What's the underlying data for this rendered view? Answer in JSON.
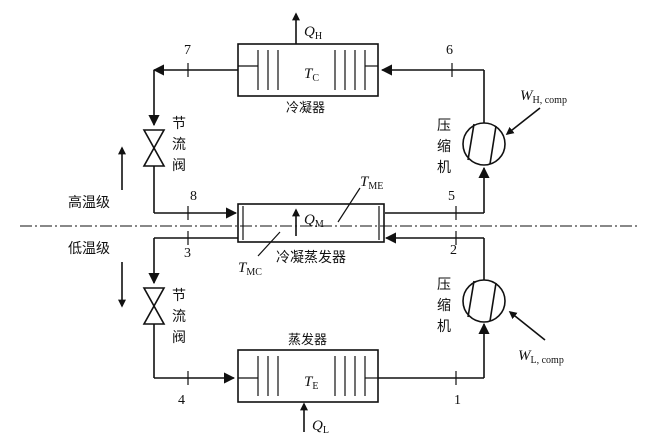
{
  "labels": {
    "QH": {
      "main": "Q",
      "sub": "H"
    },
    "TC": {
      "main": "T",
      "sub": "C"
    },
    "condenser": "冷凝器",
    "WH": {
      "main": "W",
      "sub": "H, comp"
    },
    "compressor_high": [
      "压",
      "缩",
      "机"
    ],
    "throttle_high": [
      "节",
      "流",
      "阀"
    ],
    "TME": {
      "main": "T",
      "sub": "ME"
    },
    "QM": {
      "main": "Q",
      "sub": "M"
    },
    "TMC": {
      "main": "T",
      "sub": "MC"
    },
    "cond_evap": "冷凝蒸发器",
    "high_stage": "高温级",
    "low_stage": "低温级",
    "throttle_low": [
      "节",
      "流",
      "阀"
    ],
    "compressor_low": [
      "压",
      "缩",
      "机"
    ],
    "WL": {
      "main": "W",
      "sub": "L, comp"
    },
    "evaporator": "蒸发器",
    "TE": {
      "main": "T",
      "sub": "E"
    },
    "QL": {
      "main": "Q",
      "sub": "L"
    }
  },
  "state_points": [
    "1",
    "2",
    "3",
    "4",
    "5",
    "6",
    "7",
    "8"
  ]
}
